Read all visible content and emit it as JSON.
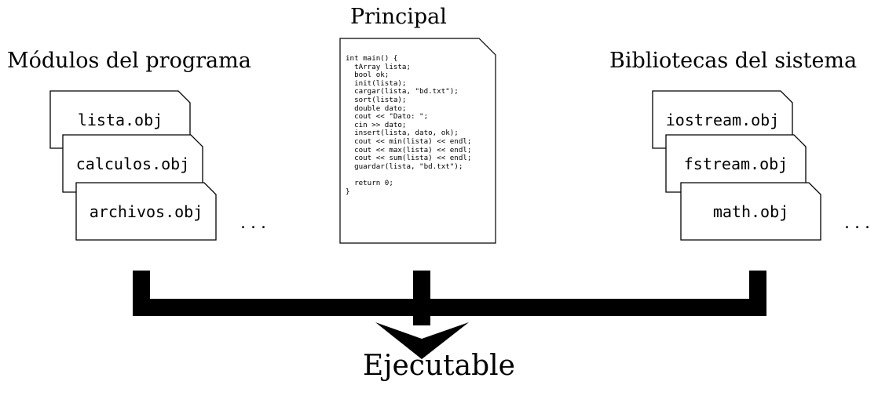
{
  "headings": {
    "modules": "Módulos del programa",
    "main": "Principal",
    "libraries": "Bibliotecas del sistema"
  },
  "modules": [
    {
      "name": "lista.obj"
    },
    {
      "name": "calculos.obj"
    },
    {
      "name": "archivos.obj"
    }
  ],
  "libraries": [
    {
      "name": "iostream.obj"
    },
    {
      "name": "fstream.obj"
    },
    {
      "name": "math.obj"
    }
  ],
  "ellipsis": "...",
  "main_code": [
    "int main() {",
    "  tArray lista;",
    "  bool ok;",
    "  init(lista);",
    "  cargar(lista, \"bd.txt\");",
    "  sort(lista);",
    "  double dato;",
    "  cout << \"Dato: \";",
    "  cin >> dato;",
    "  insert(lista, dato, ok);",
    "  cout << min(lista) << endl;",
    "  cout << max(lista) << endl;",
    "  cout << sum(lista) << endl;",
    "  guardar(lista, \"bd.txt\");",
    "",
    "  return 0;",
    "}"
  ],
  "result": "Ejecutable"
}
